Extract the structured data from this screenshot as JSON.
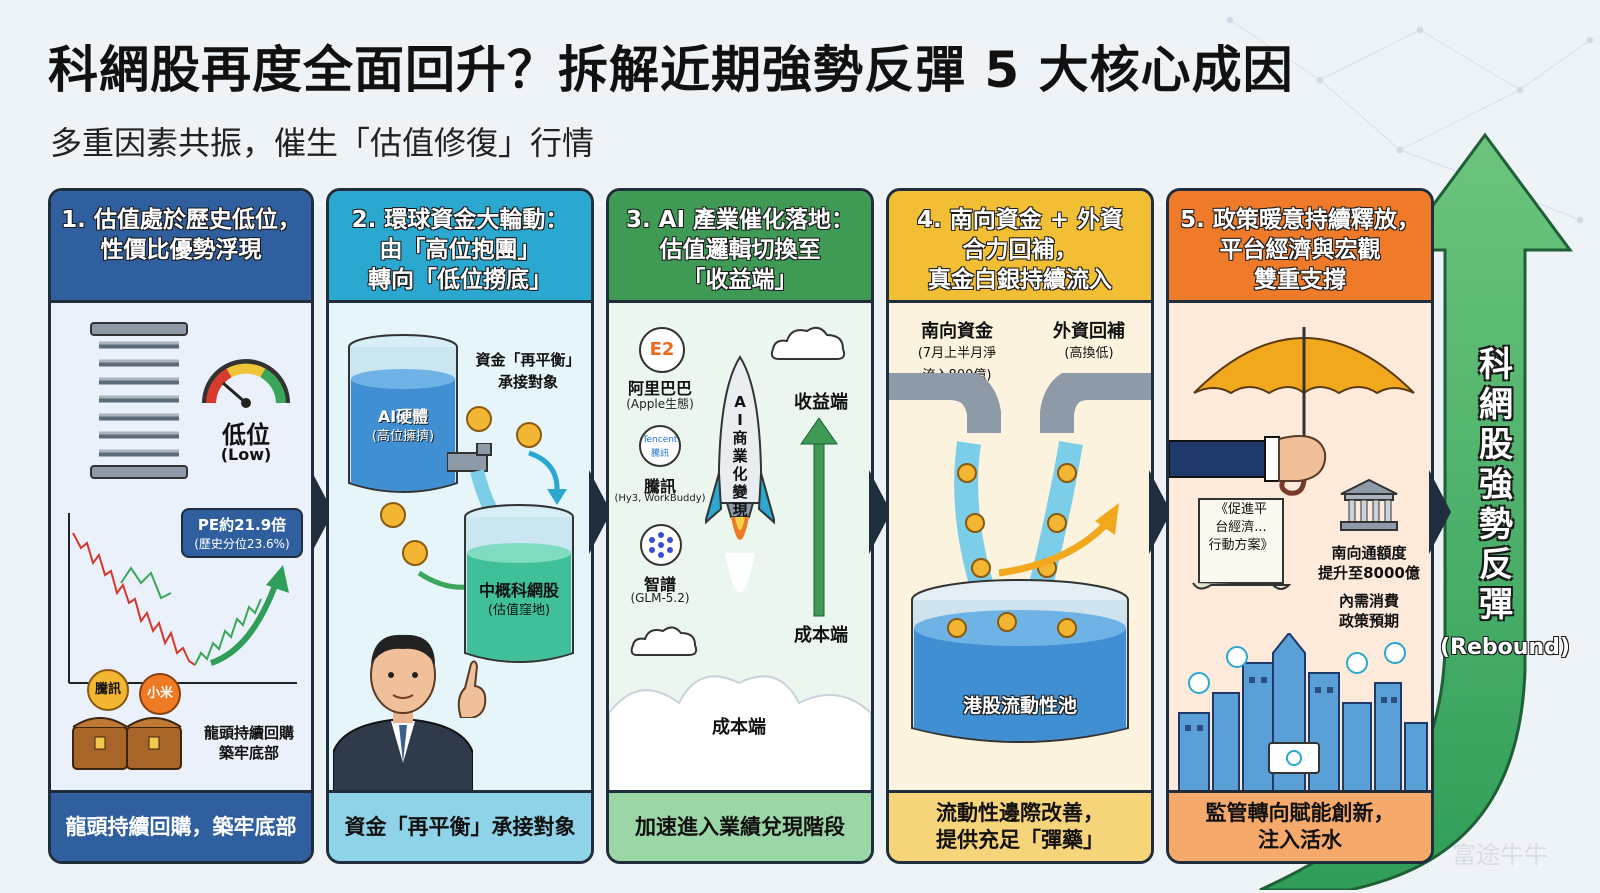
{
  "title": "科網股再度全面回升？拆解近期強勢反彈 5 大核心成因",
  "subtitle": "多重因素共振，催生「估值修復」行情",
  "panels": [
    {
      "header": [
        "1. 估值處於歷史低位，",
        "性價比優勢浮現"
      ],
      "footer": [
        "龍頭持續回購，築牢底部"
      ],
      "color": "#2f5f9e",
      "gauge_label": "低位",
      "gauge_sub": "(Low)",
      "pe_label": "PE約21.9倍",
      "pe_sub": "(歷史分位23.6%)",
      "coin_1": "騰訊",
      "coin_2": "小米",
      "buyback_label": [
        "龍頭持續回購",
        "築牢底部"
      ]
    },
    {
      "header": [
        "2. 環球資金大輪動：",
        "由「高位抱團」",
        "轉向「低位撈底」"
      ],
      "footer": [
        "資金「再平衡」承接對象"
      ],
      "color": "#2aa8cf",
      "tank_top": [
        "AI硬體",
        "(高位擁擠)"
      ],
      "tank_bottom": [
        "中概科網股",
        "(估值窪地)"
      ],
      "rebalance_label": [
        "資金「再平衡」",
        "承接對象"
      ]
    },
    {
      "header": [
        "3. AI 產業催化落地：",
        "估值邏輯切換至",
        "「收益端」"
      ],
      "footer": [
        "加速進入業績兌現階段"
      ],
      "color": "#3f9a55",
      "companies": [
        {
          "name": "阿里巴巴",
          "sub": "(Apple生態)",
          "logo": "E2"
        },
        {
          "name": "騰訊",
          "sub": "(Hy3, WorkBuddy)",
          "logo": "Tencent 騰訊"
        },
        {
          "name": "智譜",
          "sub": "(GLM-5.2)",
          "logo": ""
        }
      ],
      "rocket_text": "AI商業化變現",
      "revenue_label": "收益端",
      "cost_label_1": "成本端",
      "cost_label_2": "成本端"
    },
    {
      "header": [
        "4. 南向資金 + 外資",
        "合力回補，",
        "真金白銀持續流入"
      ],
      "footer": [
        "流動性邊際改善，",
        "提供充足「彈藥」"
      ],
      "color": "#f2bf34",
      "southbound": [
        "南向資金",
        "(7月上半月淨",
        "流入800億)"
      ],
      "foreign": [
        "外資回補",
        "(高換低)"
      ],
      "pool_label": "港股流動性池"
    },
    {
      "header": [
        "5. 政策暖意持續釋放，",
        "平台經濟與宏觀",
        "雙重支撐"
      ],
      "footer": [
        "監管轉向賦能創新，",
        "注入活水"
      ],
      "color": "#ee7a2a",
      "scroll_text": [
        "《促進平",
        "台經濟...",
        "行動方案》"
      ],
      "quota_label": [
        "南向通額度",
        "提升至8000億"
      ],
      "consumption_label": [
        "內需消費",
        "政策預期"
      ]
    }
  ],
  "rebound": {
    "label": "科網股強勢反彈",
    "sub": "(Rebound)"
  },
  "watermark": "富途牛牛"
}
